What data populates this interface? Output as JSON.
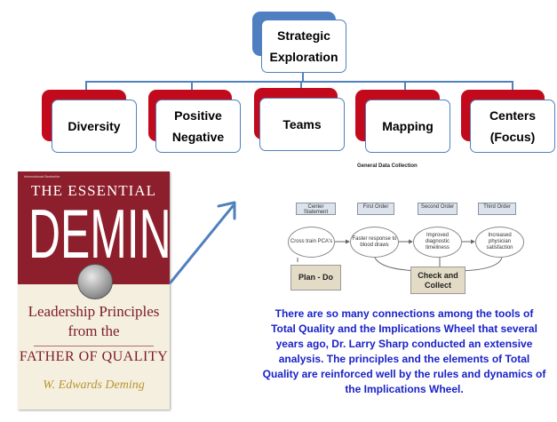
{
  "chart": {
    "root": "Strategic Exploration",
    "children": [
      "Diversity",
      "Positive Negative",
      "Teams",
      "Mapping",
      "Centers (Focus)"
    ]
  },
  "book": {
    "tag": "International Bestseller",
    "title_line1": "THE ESSENTIAL",
    "title_line2": "DEMING",
    "subtitle_line1": "Leadership Principles",
    "subtitle_line2": "from the",
    "subtitle_line3": "FATHER OF QUALITY",
    "signature": "W. Edwards Deming"
  },
  "data_collection": {
    "title": "General Data Collection",
    "columns": [
      "Center Statement",
      "First Order",
      "Second Order",
      "Third Order"
    ],
    "nodes": [
      "Cross train PCA's",
      "Faster response to blood draws",
      "Improved diagnostic timeliness",
      "Increased physician satisfaction"
    ],
    "plan_label": "Plan - Do",
    "check_label": "Check and Collect"
  },
  "paragraph": "There are so many connections among the tools of Total Quality and the Implications Wheel that several years ago, Dr. Larry Sharp conducted an extensive analysis.  The principles and the elements of Total Quality are reinforced well by the rules and dynamics of the Implications Wheel.",
  "colors": {
    "accent_blue": "#4f81bd",
    "accent_red": "#c30a1d",
    "text_blue": "#1a22c8",
    "book_red": "#8d1f2c"
  }
}
